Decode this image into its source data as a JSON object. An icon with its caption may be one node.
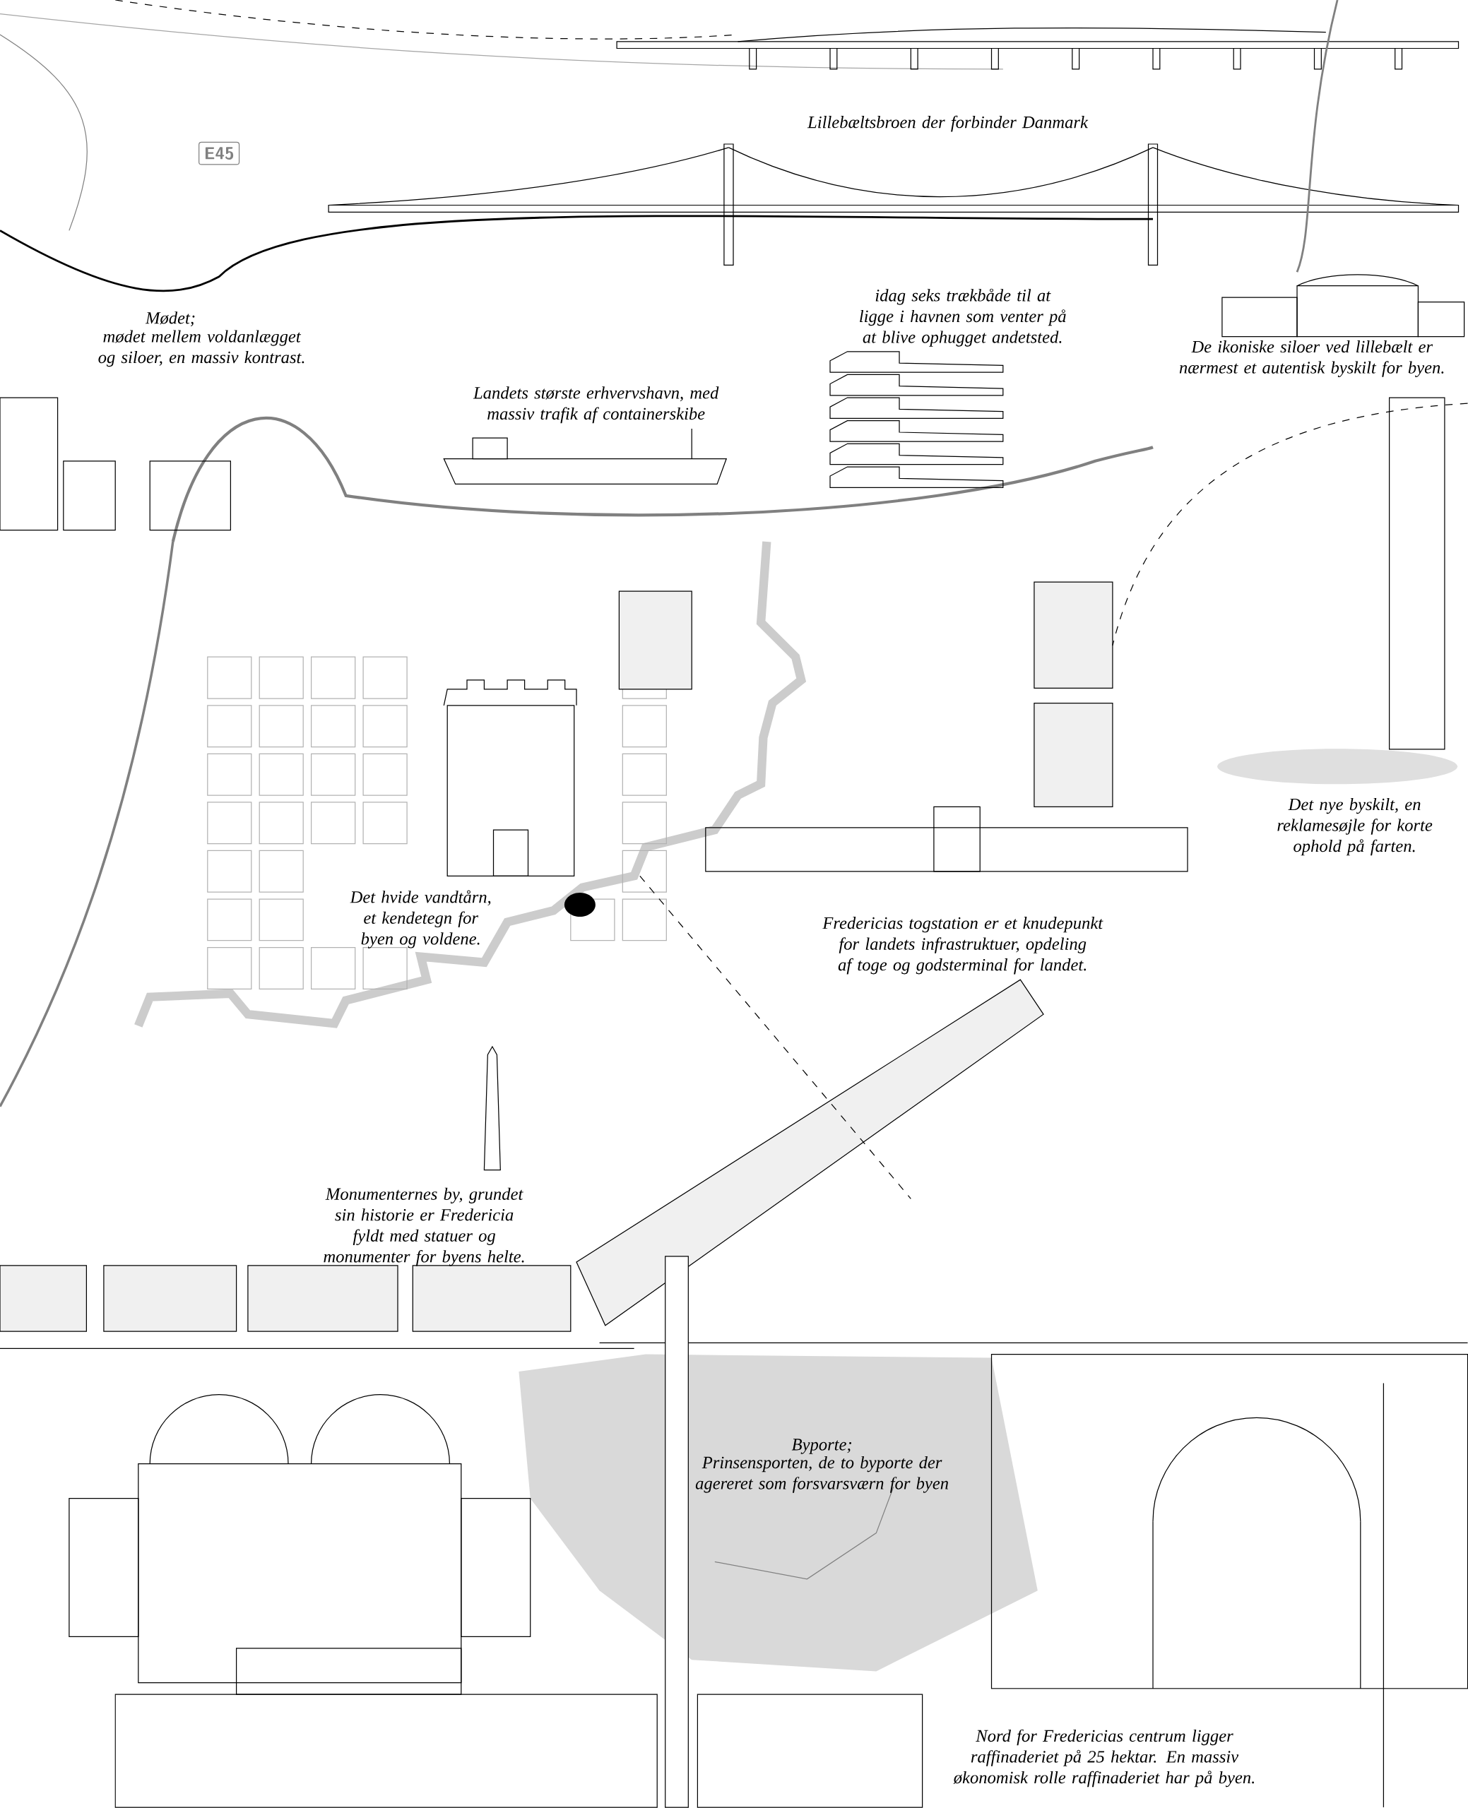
{
  "diagram": {
    "nodes": [
      {
        "text": [
          "E45"
        ]
      }
    ],
    "labels": [
      "Lillebæltsbroen der forbinder Danmark",
      "Mødet;",
      "mødet mellem voldanlægget og siloer, en massiv kontrast.",
      "Landets største erhvervshavn, med massiv trafik af containerskibe",
      "idag seks trækbåde til at ligge i havnen som venter på at blive ophugget andetsted.",
      "De ikoniske siloer ved lillebælt er nærmest et autentisk byskilt for byen.",
      "Det nye byskilt, en reklamesøjle for korte ophold på farten.",
      "Det hvide vandtårn, et kendetegn for byen og voldene.",
      "Fredericias togstation er et knudepunkt for landets infrastruktuer, opdeling af toge og godsterminal for landet.",
      "Monumenternes by, grundet sin historie er Fredericia fyldt med statuer og monumenter for byens helte.",
      "Byporte;",
      "Prinsensporten, de to byporte der agereret som forsvarsværn for byen",
      "Nord for Fredericias centrum ligger raffinaderiet på 25 hektar. En massiv økonomisk rolle raffinaderiet har på byen."
    ]
  }
}
